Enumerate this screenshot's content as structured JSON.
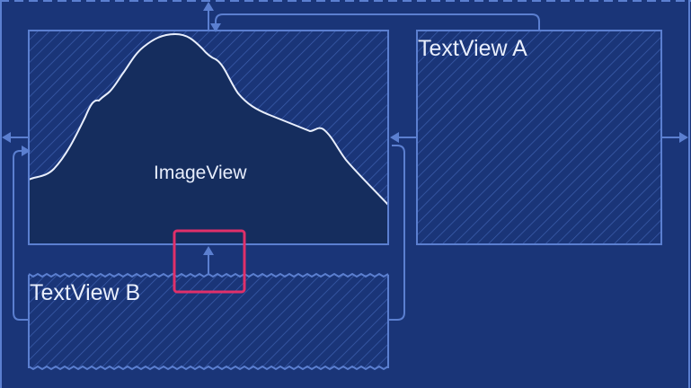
{
  "views": {
    "image_view": {
      "label": "ImageView"
    },
    "text_view_a": {
      "label": "TextView A"
    },
    "text_view_b": {
      "label": "TextView B"
    }
  },
  "colors": {
    "background": "#1a3578",
    "outline": "#5b7fd0",
    "hatch": "#3d5fae",
    "image_fill": "#152d5e",
    "mountain_stroke": "#e8eefc",
    "label_text": "#e8eefc",
    "highlight": "#e0306a"
  }
}
